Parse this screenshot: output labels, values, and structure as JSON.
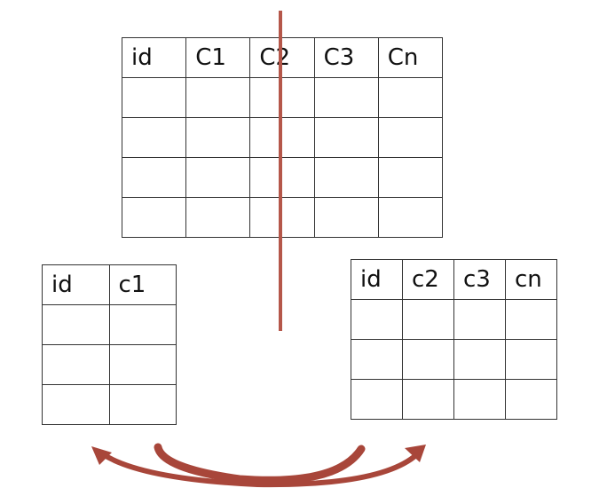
{
  "colors": {
    "divider_line": "#b5574a",
    "arrow": "#a8463a",
    "grid": "#333333"
  },
  "tables": {
    "top": {
      "headers": [
        "id",
        "C1",
        "C2",
        "C3",
        "Cn"
      ],
      "empty_rows": 4
    },
    "left": {
      "headers": [
        "id",
        "c1"
      ],
      "empty_rows": 3
    },
    "right": {
      "headers": [
        "id",
        "c2",
        "c3",
        "cn"
      ],
      "empty_rows": 3
    }
  }
}
